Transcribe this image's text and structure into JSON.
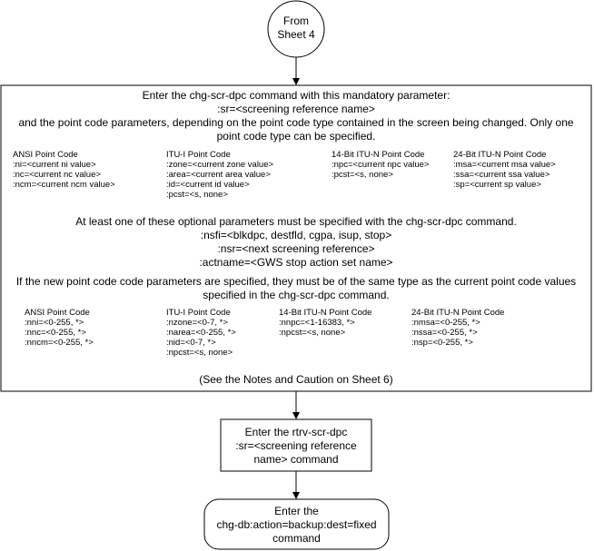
{
  "connector": {
    "line1": "From",
    "line2": "Sheet 4"
  },
  "main": {
    "intro": {
      "l1": "Enter the chg-scr-dpc command with this mandatory parameter:",
      "l2": ":sr=<screening reference name>",
      "l3": "and the point code parameters, depending on the point code type contained in the screen being changed. Only one",
      "l4": "point code type can be specified."
    },
    "current_columns": [
      {
        "header": "ANSI Point Code",
        "lines": [
          ":ni=<current ni value>",
          ":nc=<current nc value>",
          ":ncm=<current ncm value>"
        ]
      },
      {
        "header": "ITU-I Point Code",
        "lines": [
          ":zone=<current zone value>",
          ":area=<current area value>",
          ":id=<current id value>",
          ":pcst=<s, none>"
        ]
      },
      {
        "header": "14-Bit ITU-N Point Code",
        "lines": [
          ":npc=<current npc value>",
          ":pcst=<s, none>"
        ]
      },
      {
        "header": "24-Bit ITU-N Point Code",
        "lines": [
          ":msa=<current msa value>",
          ":ssa=<current ssa value>",
          ":sp=<current sp value>"
        ]
      }
    ],
    "optional": {
      "l1": "At least one of these optional parameters must be specified with the chg-scr-dpc command.",
      "l2": ":nsfi=<blkdpc, destfld, cgpa, isup, stop>",
      "l3": ":nsr=<next screening reference>",
      "l4": ":actname=<GWS stop action set name>"
    },
    "newpc": {
      "l1": "If the new point code code parameters are specified, they must be of the same type as the current point code values",
      "l2": "specified in the chg-scr-dpc command."
    },
    "new_columns": [
      {
        "header": "ANSI Point Code",
        "lines": [
          ":nni=<0-255, *>",
          ":nnc=<0-255, *>",
          ":nncm=<0-255, *>"
        ]
      },
      {
        "header": "ITU-I Point Code",
        "lines": [
          ":nzone=<0-7, *>",
          ":narea=<0-255, *>",
          ":nid=<0-7, *>",
          ":npcst=<s, none>"
        ]
      },
      {
        "header": "14-Bit ITU-N Point Code",
        "lines": [
          ":nnpc=<1-16383, *>",
          ":npcst=<s, none>"
        ]
      },
      {
        "header": "24-Bit ITU-N Point Code",
        "lines": [
          ":nmsa=<0-255, *>",
          ":nssa=<0-255, *>",
          ":nsp=<0-255, *>"
        ]
      }
    ],
    "notes": "(See the Notes and Caution on Sheet 6)"
  },
  "rtrv": {
    "l1": "Enter the rtrv-scr-dpc",
    "l2": ":sr=<screening reference",
    "l3": "name>  command"
  },
  "backup": {
    "l1": "Enter the",
    "l2": "chg-db:action=backup:dest=fixed",
    "l3": "command"
  }
}
